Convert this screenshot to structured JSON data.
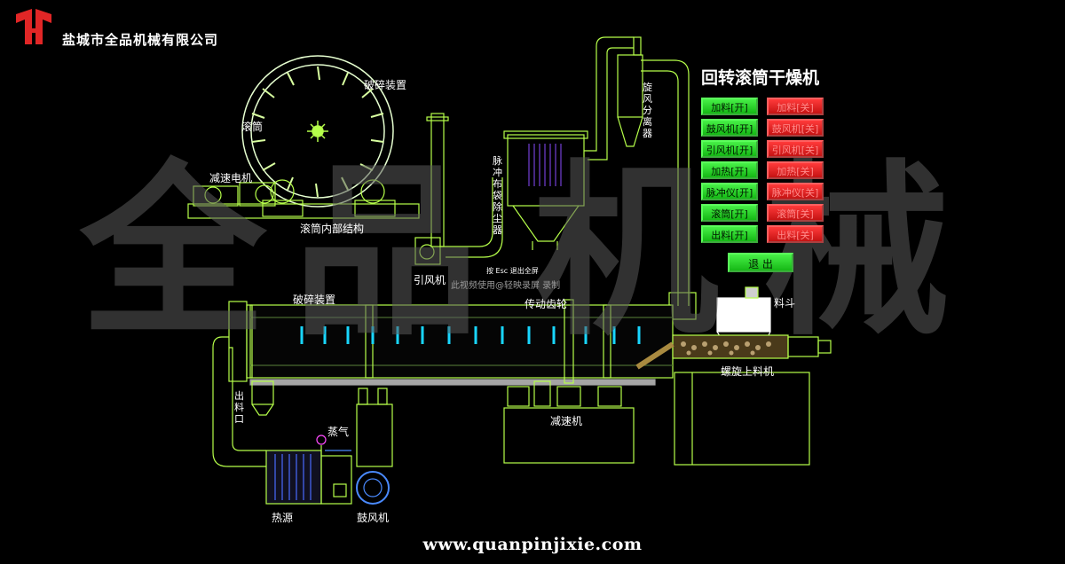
{
  "brand": {
    "company": "盐城市全品机械有限公司",
    "website": "www.quanpinjixie.com"
  },
  "watermark": [
    "全",
    "品",
    "机",
    "械"
  ],
  "panel": {
    "title": "回转滚筒干燥机",
    "on_buttons": [
      "加料[开]",
      "鼓风机[开]",
      "引风机[开]",
      "加热[开]",
      "脉冲仪[开]",
      "滚筒[开]",
      "出料[开]"
    ],
    "off_buttons": [
      "加料[关]",
      "鼓风机[关]",
      "引风机[关]",
      "加热[关]",
      "脉冲仪[关]",
      "滚筒[关]",
      "出料[关]"
    ],
    "exit": "退 出"
  },
  "labels": {
    "crush_top": "破碎装置",
    "drum": "滚筒",
    "motor_small": "减速电机",
    "drum_inner": "滚筒内部结构",
    "induced_fan": "引风机",
    "crush_main": "破碎装置",
    "transmission": "传动齿轮",
    "reducer": "减速机",
    "hopper": "料斗",
    "screw_feeder": "螺旋上料机",
    "steam": "蒸气",
    "heat_source": "热源",
    "blower": "鼓风机",
    "outlet": "出料口",
    "cyclone": "旋风分离器",
    "dust_collector": "脉冲布袋除尘器"
  },
  "overlay": {
    "rec_hint": "按 Esc 退出全屏",
    "rec_mark": "此视频使用@轻映录屏 录制"
  },
  "colors": {
    "line": "#b6ff4a",
    "on_button": "#2ad62a",
    "off_button": "#e42a2a",
    "paddle": "#19d6ff",
    "bag": "#8a4dff"
  }
}
